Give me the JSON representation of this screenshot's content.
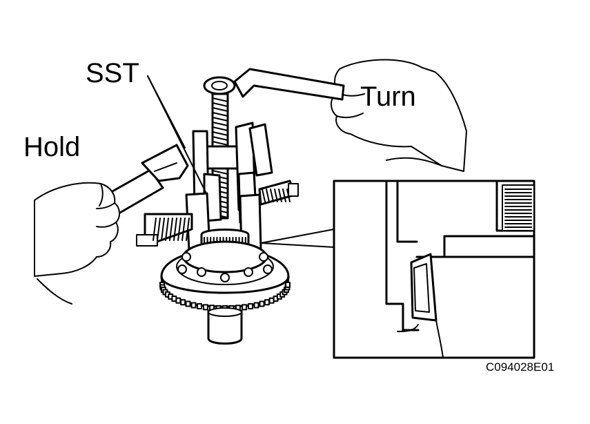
{
  "labels": {
    "sst": "SST",
    "turn": "Turn",
    "hold": "Hold",
    "figure_code": "C094028E01"
  },
  "colors": {
    "ink": "#000000",
    "paper": "#ffffff"
  }
}
